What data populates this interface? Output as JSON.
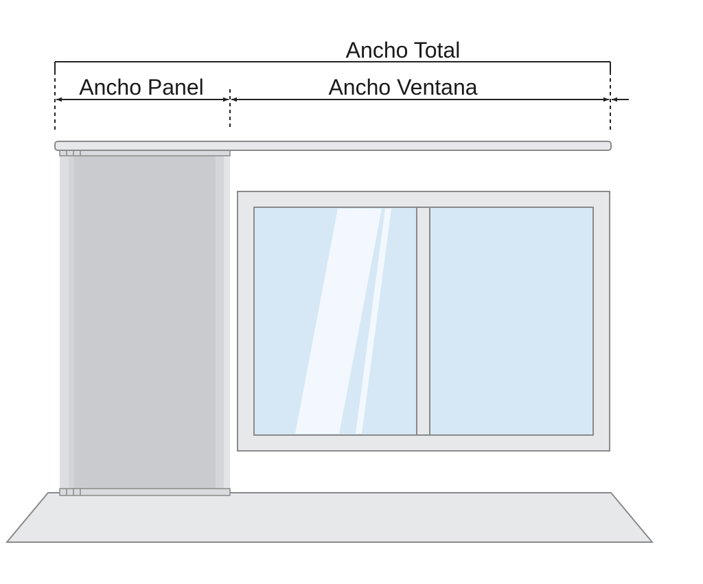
{
  "labels": {
    "total_width": "Ancho Total",
    "panel_width": "Ancho Panel",
    "window_width": "Ancho Ventana"
  },
  "colors": {
    "line": "#222222",
    "outline": "#8a8a8a",
    "rail": "#e6e8ea",
    "panel": "#c9cbce",
    "panel_edge": "#dcdee1",
    "window_frame": "#e6e8ea",
    "glass": "#d6e8f6",
    "glass_highlight": "#f2f8fd",
    "floor": "#e6e8ea"
  }
}
